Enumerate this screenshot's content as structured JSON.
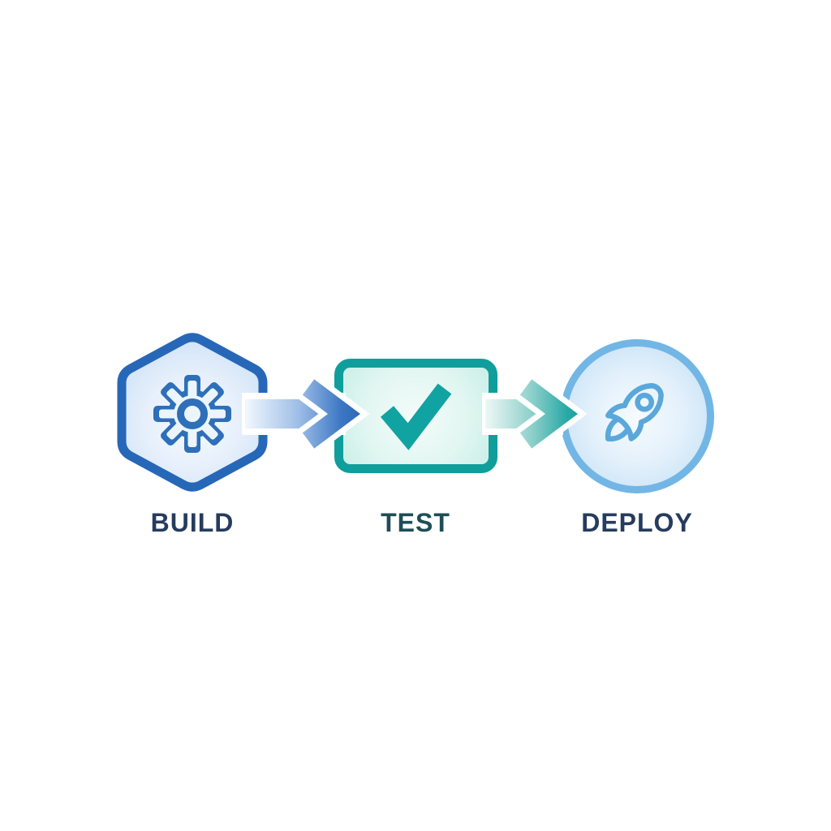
{
  "diagram": {
    "type": "pipeline-flow",
    "background": "#ffffff",
    "stages": [
      {
        "label": "BUILD",
        "icon": "gear-icon",
        "shape": "hexagon",
        "accent": "#2767b8"
      },
      {
        "label": "TEST",
        "icon": "checkmark-icon",
        "shape": "rounded-rectangle",
        "accent": "#0f9e9c"
      },
      {
        "label": "DEPLOY",
        "icon": "rocket-icon",
        "shape": "circle",
        "accent": "#72b6e5"
      }
    ],
    "connectors": [
      {
        "from": "BUILD",
        "to": "TEST",
        "style": "gradient-arrow",
        "color": "#2a64b6"
      },
      {
        "from": "TEST",
        "to": "DEPLOY",
        "style": "gradient-arrow",
        "color": "#0d9c9c"
      }
    ]
  },
  "colors": {
    "bg": "#ffffff",
    "build-border": "#2767b8",
    "build-icon": "#2e6fb9",
    "build-fill-center": "#f7fbff",
    "build-fill-edge": "#cfe3f7",
    "test-border": "#0f9e9c",
    "test-icon": "#11a3a1",
    "test-fill-center": "#f4fcfa",
    "test-fill-edge": "#c8eee7",
    "deploy-border": "#72b6e5",
    "deploy-icon": "#5aa8db",
    "deploy-fill-center": "#f6fbfe",
    "deploy-fill-edge": "#cbe4f7",
    "arrow1-light": "#f2f8fe",
    "arrow1-mid": "#9dbde6",
    "arrow1-dark": "#2a64b6",
    "arrow2-light": "#eef8f6",
    "arrow2-mid": "#8fd0cb",
    "arrow2-dark": "#0d9c9c",
    "label-navy": "#263c5e",
    "label-teal": "#1d4e57"
  }
}
